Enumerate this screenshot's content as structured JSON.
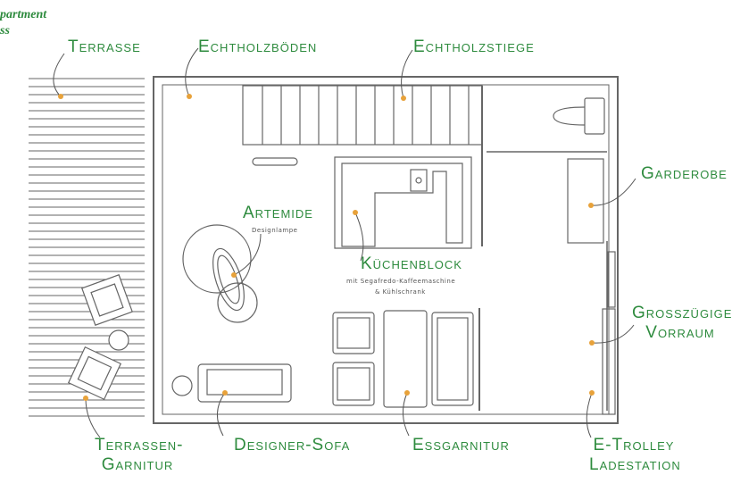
{
  "brand": {
    "line1": "partment",
    "line2": "ss"
  },
  "labels": {
    "terrasse": "Terrasse",
    "echtholzboeden": "Echtholzböden",
    "echtholzstiege": "Echtholzstiege",
    "garderobe": "Garderobe",
    "artemide": "Artemide",
    "artemide_sub": "Designlampe",
    "kuechenblock": "Küchenblock",
    "kuechenblock_sub1": "mit Segafredo-Kaffeemaschine",
    "kuechenblock_sub2": "& Kühlschrank",
    "vorraum_1": "Grosszügiger",
    "vorraum_2": "Vorraum",
    "terrassen_1": "Terrassen-",
    "terrassen_2": "Garnitur",
    "sofa": "Designer-Sofa",
    "essgarnitur": "Essgarnitur",
    "etrolley_1": "E-Trolley",
    "etrolley_2": "Ladestation"
  },
  "colors": {
    "accent": "#2e8b3e",
    "line": "#555555",
    "dot": "#e8a23a"
  }
}
